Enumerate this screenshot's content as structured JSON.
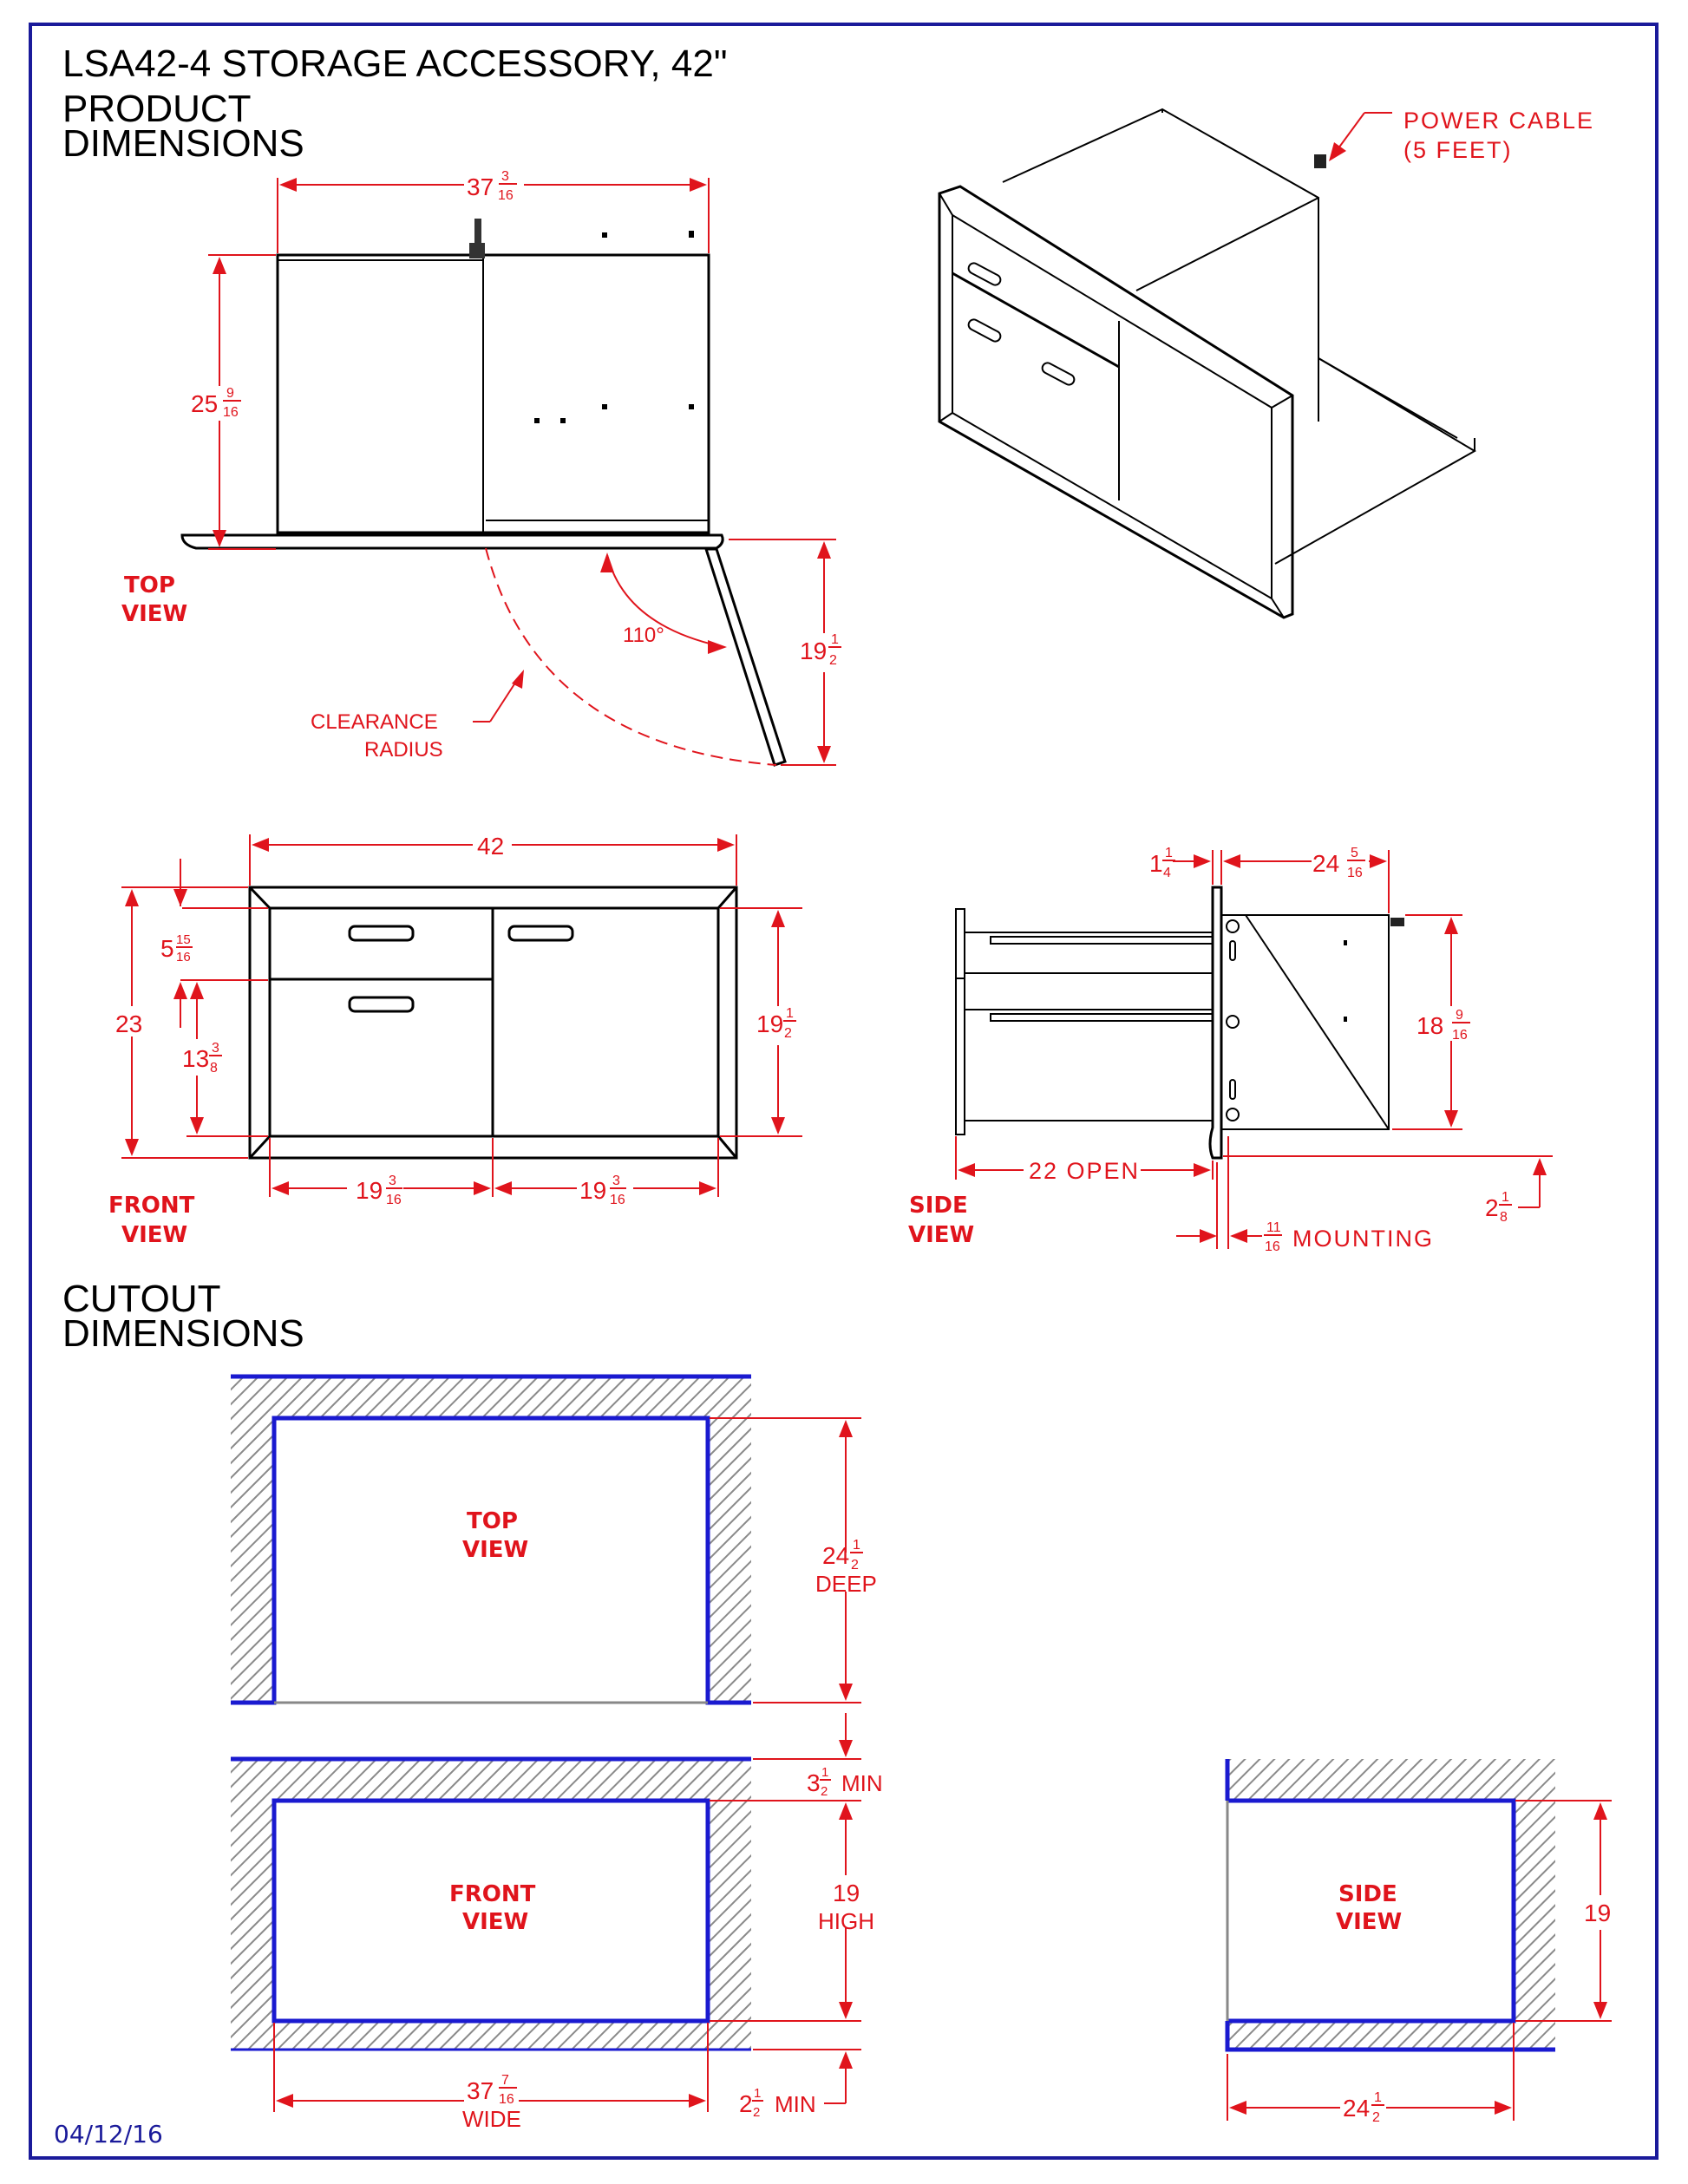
{
  "sheet": {
    "title": "LSA42-4  STORAGE ACCESSORY, 42\"",
    "section_product_line1": "PRODUCT",
    "section_product_line2": "DIMENSIONS",
    "section_cutout_line1": "CUTOUT",
    "section_cutout_line2": "DIMENSIONS",
    "date": "04/12/16",
    "colors": {
      "border": "#1a1a9a",
      "dimension": "#e0141c",
      "outline": "#000000",
      "cutout_edge": "#1a1ad0",
      "hatch": "#8a8a8a"
    }
  },
  "product_top_view": {
    "label_line1": "TOP",
    "label_line2": "VIEW",
    "width": {
      "whole": "37",
      "num": "3",
      "den": "16"
    },
    "depth": {
      "whole": "25",
      "num": "9",
      "den": "16"
    },
    "door_swing": {
      "whole": "19",
      "num": "1",
      "den": "2"
    },
    "angle": "110°",
    "clearance_line1": "CLEARANCE",
    "clearance_line2": "RADIUS"
  },
  "isometric_view": {
    "callout_line1": "POWER CABLE",
    "callout_line2": "(5 FEET)"
  },
  "product_front_view": {
    "label_line1": "FRONT",
    "label_line2": "VIEW",
    "overall_width": "42",
    "overall_height": "23",
    "drawer_height": {
      "whole": "5",
      "num": "15",
      "den": "16"
    },
    "lower_height": {
      "whole": "13",
      "num": "3",
      "den": "8"
    },
    "door_height": {
      "whole": "19",
      "num": "1",
      "den": "2"
    },
    "left_width": {
      "whole": "19",
      "num": "3",
      "den": "16"
    },
    "right_width": {
      "whole": "19",
      "num": "3",
      "den": "16"
    }
  },
  "product_side_view": {
    "label_line1": "SIDE",
    "label_line2": "VIEW",
    "flange": {
      "whole": "1",
      "num": "1",
      "den": "4"
    },
    "depth": {
      "whole": "24",
      "num": "5",
      "den": "16"
    },
    "height": {
      "whole": "18",
      "num": "9",
      "den": "16"
    },
    "open": "22 OPEN",
    "bottom_offset": {
      "whole": "2",
      "num": "1",
      "den": "8"
    },
    "mounting": {
      "num": "11",
      "den": "16",
      "text": "MOUNTING"
    }
  },
  "cutout_top_view": {
    "label_line1": "TOP",
    "label_line2": "VIEW",
    "depth": {
      "whole": "24",
      "num": "1",
      "den": "2",
      "text": "DEEP"
    }
  },
  "cutout_front_view": {
    "label_line1": "FRONT",
    "label_line2": "VIEW",
    "top_min": {
      "whole": "3",
      "num": "1",
      "den": "2",
      "text": "MIN"
    },
    "height": {
      "whole": "19",
      "text": "HIGH"
    },
    "bottom_min": {
      "whole": "2",
      "num": "1",
      "den": "2",
      "text": "MIN"
    },
    "width": {
      "whole": "37",
      "num": "7",
      "den": "16",
      "text": "WIDE"
    }
  },
  "cutout_side_view": {
    "label_line1": "SIDE",
    "label_line2": "VIEW",
    "height": "19",
    "depth": {
      "whole": "24",
      "num": "1",
      "den": "2"
    }
  }
}
